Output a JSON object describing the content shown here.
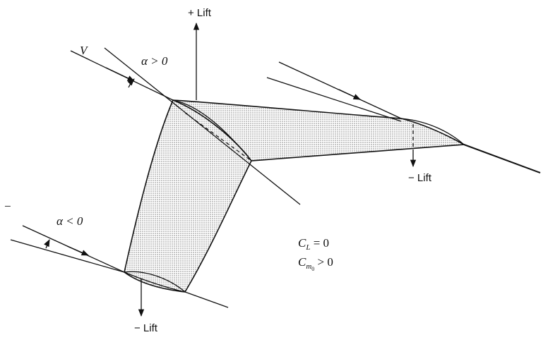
{
  "labels": {
    "plus_lift": "+ Lift",
    "right_minus_lift": "− Lift",
    "bottom_minus_lift": "− Lift",
    "v": "V",
    "alpha_pos": "α > 0",
    "alpha_neg": "α < 0",
    "minus_sign": "−"
  },
  "coefficients": {
    "cl_main": "C",
    "cl_sub": "L",
    "cl_rest": " = 0",
    "cm_main": "C",
    "cm_sub": "m",
    "cm_subsub": "0",
    "cm_rest": " > 0"
  },
  "colors": {
    "ink": "#111111",
    "shade": "#9a9a9a",
    "background": "#ffffff"
  }
}
